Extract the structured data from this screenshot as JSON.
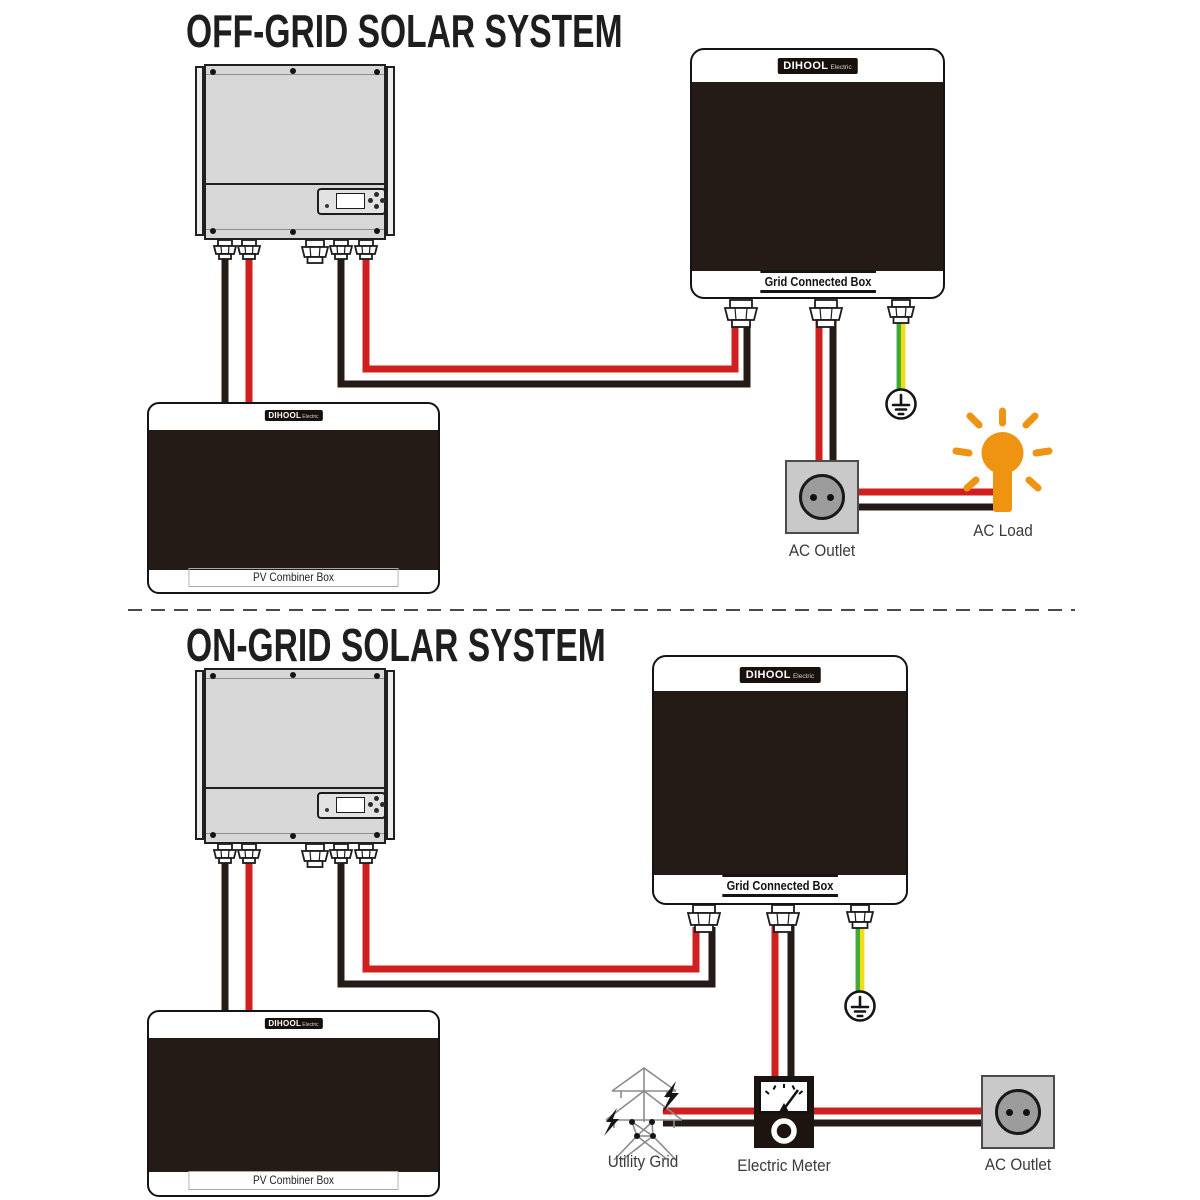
{
  "diagram": {
    "off_grid": {
      "title": "OFF-GRID SOLAR SYSTEM"
    },
    "on_grid": {
      "title": "ON-GRID SOLAR SYSTEM"
    }
  },
  "brand": {
    "name": "DIHOOL",
    "sub": "Electric"
  },
  "labels": {
    "grid_connected_box": "Grid Connected Box",
    "pv_combiner_box": "PV Combiner Box",
    "ac_outlet": "AC Outlet",
    "ac_load": "AC Load",
    "utility_grid": "Utility Grid",
    "electric_meter": "Electric Meter"
  },
  "icons": {
    "earth_ground": "circled-earth-ground-symbol",
    "utility_tower": "transmission-tower-with-lightning-bolts",
    "light_bulb": "glowing-bulb",
    "meter_dial": "analog-gauge-with-needle"
  },
  "colors": {
    "wire_red": "#d01f1f",
    "wire_black": "#241a16",
    "earth_green": "#3faa35",
    "earth_yellow": "#f2dd1b",
    "load_orange": "#ef9312",
    "enclosure_dark": "#241a16",
    "inverter_gray": "#d7d7d7",
    "outlet_gray": "#c9c9c9"
  }
}
